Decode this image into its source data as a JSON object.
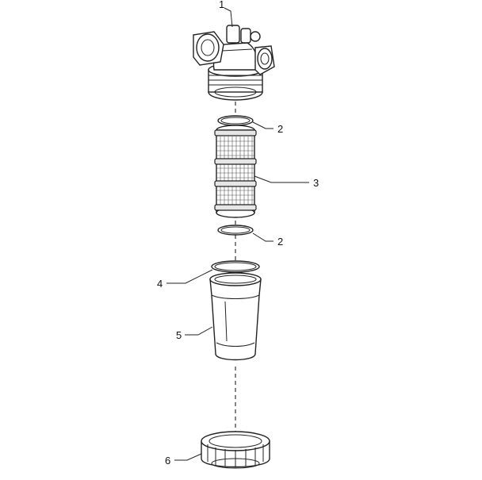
{
  "callouts": [
    {
      "id": "head",
      "label": "1"
    },
    {
      "id": "oring-top",
      "label": "2"
    },
    {
      "id": "screen",
      "label": "3"
    },
    {
      "id": "oring-bottom",
      "label": "2"
    },
    {
      "id": "bowl-seal",
      "label": "4"
    },
    {
      "id": "bowl",
      "label": "5"
    },
    {
      "id": "ring-nut",
      "label": "6"
    }
  ]
}
